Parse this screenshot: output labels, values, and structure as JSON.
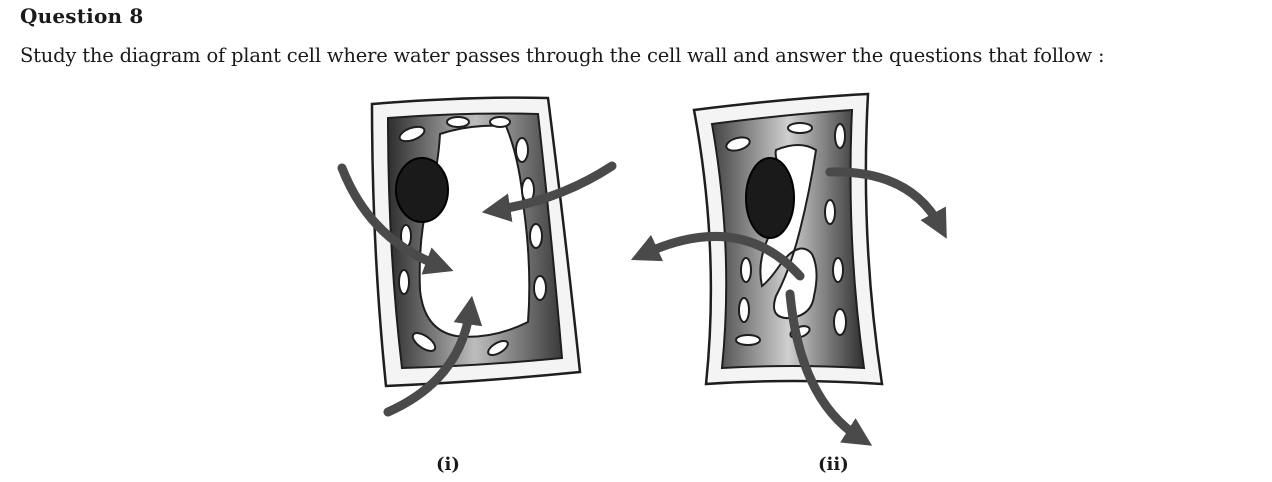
{
  "question": {
    "title": "Question 8",
    "text": "Study the diagram of plant cell where water passes through the cell wall and answer the questions that follow :"
  },
  "figure": {
    "cells": [
      {
        "label": "(i)"
      },
      {
        "label": "(ii)"
      }
    ],
    "colors": {
      "outline": "#1e1e1e",
      "cytoplasm_dark": "#3a3a3a",
      "cytoplasm_light": "#bdbdbd",
      "wall_fill": "#f4f4f4",
      "arrow": "#4a4a4a"
    }
  }
}
